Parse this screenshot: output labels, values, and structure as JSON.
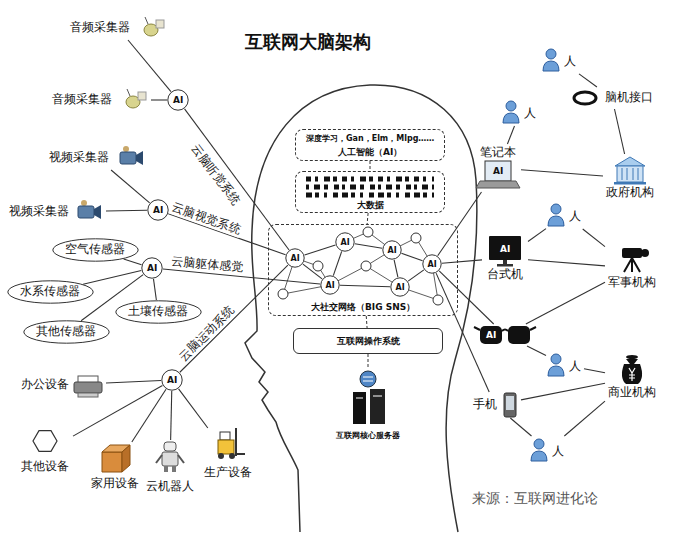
{
  "diagram": {
    "title": "互联网大脑架构",
    "nodes": [
      {
        "text": [
          "音频采集器"
        ]
      },
      {
        "text": [
          "音频采集器"
        ]
      },
      {
        "text": [
          "AI"
        ]
      },
      {
        "text": [
          "视频采集器"
        ]
      },
      {
        "text": [
          "视频采集器"
        ]
      },
      {
        "text": [
          "AI"
        ]
      },
      {
        "text": [
          "空气传感器"
        ]
      },
      {
        "text": [
          "水系传感器"
        ]
      },
      {
        "text": [
          "其他传感器"
        ]
      },
      {
        "text": [
          "土壤传感器"
        ]
      },
      {
        "text": [
          "AI"
        ]
      },
      {
        "text": [
          "办公设备"
        ]
      },
      {
        "text": [
          "其他设备"
        ]
      },
      {
        "text": [
          "家用设备"
        ]
      },
      {
        "text": [
          "云机器人"
        ]
      },
      {
        "text": [
          "生产设备"
        ]
      },
      {
        "text": [
          "AI"
        ]
      },
      {
        "text": [
          "深度学习，Gan，Elm，Mlpg……",
          "人工智能（AI）"
        ]
      },
      {
        "text": [
          "大数据"
        ]
      },
      {
        "text": [
          "大社交网络（BIG SNS）"
        ]
      },
      {
        "text": [
          "AI"
        ],
        "in": 19
      },
      {
        "text": [
          "AI"
        ],
        "in": 19
      },
      {
        "text": [
          "AI"
        ],
        "in": 19
      },
      {
        "text": [
          "AI"
        ],
        "in": 19
      },
      {
        "text": [
          "AI"
        ],
        "in": 19
      },
      {
        "text": [
          "AI"
        ],
        "in": 19
      },
      {
        "text": [
          "互联网操作系统"
        ]
      },
      {
        "text": [
          "互联网核心服务器"
        ]
      },
      {
        "text": [
          "人"
        ]
      },
      {
        "text": [
          "人"
        ]
      },
      {
        "text": [
          "脑机接口"
        ]
      },
      {
        "text": [
          "笔记本",
          "AI"
        ]
      },
      {
        "text": [
          "政府机构"
        ]
      },
      {
        "text": [
          "人"
        ]
      },
      {
        "text": [
          "AI",
          "台式机"
        ]
      },
      {
        "text": [
          "军事机构"
        ]
      },
      {
        "text": [
          "AI"
        ]
      },
      {
        "text": [
          "人"
        ]
      },
      {
        "text": [
          "商业机构"
        ]
      },
      {
        "text": [
          "手机"
        ]
      },
      {
        "text": [
          "人"
        ]
      }
    ],
    "edges": [
      {
        "from": 0,
        "to": 2,
        "arrow": "none"
      },
      {
        "from": 1,
        "to": 2,
        "arrow": "none"
      },
      {
        "from": 2,
        "to": 20,
        "label": "云脑听觉系统",
        "arrow": "none"
      },
      {
        "from": 3,
        "to": 5,
        "arrow": "none"
      },
      {
        "from": 4,
        "to": 5,
        "arrow": "none"
      },
      {
        "from": 5,
        "to": 20,
        "label": "云脑视觉系统",
        "arrow": "none"
      },
      {
        "from": 6,
        "to": 10,
        "arrow": "none"
      },
      {
        "from": 7,
        "to": 10,
        "arrow": "none"
      },
      {
        "from": 8,
        "to": 10,
        "arrow": "none"
      },
      {
        "from": 9,
        "to": 10,
        "arrow": "none"
      },
      {
        "from": 10,
        "to": 24,
        "label": "云脑躯体感觉",
        "arrow": "none"
      },
      {
        "from": 11,
        "to": 16,
        "arrow": "none"
      },
      {
        "from": 12,
        "to": 16,
        "arrow": "none"
      },
      {
        "from": 13,
        "to": 16,
        "arrow": "none"
      },
      {
        "from": 14,
        "to": 16,
        "arrow": "none"
      },
      {
        "from": 15,
        "to": 16,
        "arrow": "none"
      },
      {
        "from": 16,
        "to": 20,
        "label": "云脑运动系统",
        "arrow": "none"
      },
      {
        "from": 17,
        "to": 18,
        "arrow": "none"
      },
      {
        "from": 18,
        "to": 19,
        "arrow": "none"
      },
      {
        "from": 19,
        "to": 26,
        "arrow": "none"
      },
      {
        "from": 26,
        "to": 27,
        "arrow": "none"
      },
      {
        "from": 20,
        "to": 21,
        "arrow": "none"
      },
      {
        "from": 21,
        "to": 22,
        "arrow": "none"
      },
      {
        "from": 22,
        "to": 23,
        "arrow": "none"
      },
      {
        "from": 20,
        "to": 24,
        "arrow": "none"
      },
      {
        "from": 24,
        "to": 25,
        "arrow": "none"
      },
      {
        "from": 25,
        "to": 23,
        "arrow": "none"
      },
      {
        "from": 21,
        "to": 24,
        "arrow": "none"
      },
      {
        "from": 22,
        "to": 25,
        "arrow": "none"
      },
      {
        "from": 23,
        "to": 31,
        "arrow": "none"
      },
      {
        "from": 23,
        "to": 34,
        "arrow": "none"
      },
      {
        "from": 23,
        "to": 36,
        "arrow": "none"
      },
      {
        "from": 23,
        "to": 39,
        "arrow": "none"
      },
      {
        "from": 28,
        "to": 31,
        "arrow": "none"
      },
      {
        "from": 29,
        "to": 30,
        "arrow": "none"
      },
      {
        "from": 31,
        "to": 32,
        "arrow": "none"
      },
      {
        "from": 30,
        "to": 32,
        "arrow": "none"
      },
      {
        "from": 34,
        "to": 35,
        "arrow": "none"
      },
      {
        "from": 33,
        "to": 34,
        "arrow": "none"
      },
      {
        "from": 33,
        "to": 35,
        "arrow": "none"
      },
      {
        "from": 36,
        "to": 35,
        "arrow": "none"
      },
      {
        "from": 37,
        "to": 36,
        "arrow": "none"
      },
      {
        "from": 37,
        "to": 38,
        "arrow": "none"
      },
      {
        "from": 39,
        "to": 40,
        "arrow": "none"
      },
      {
        "from": 39,
        "to": 38,
        "arrow": "none"
      },
      {
        "from": 40,
        "to": 38,
        "arrow": "none"
      }
    ],
    "labels": [
      "来源：互联网进化论"
    ]
  }
}
